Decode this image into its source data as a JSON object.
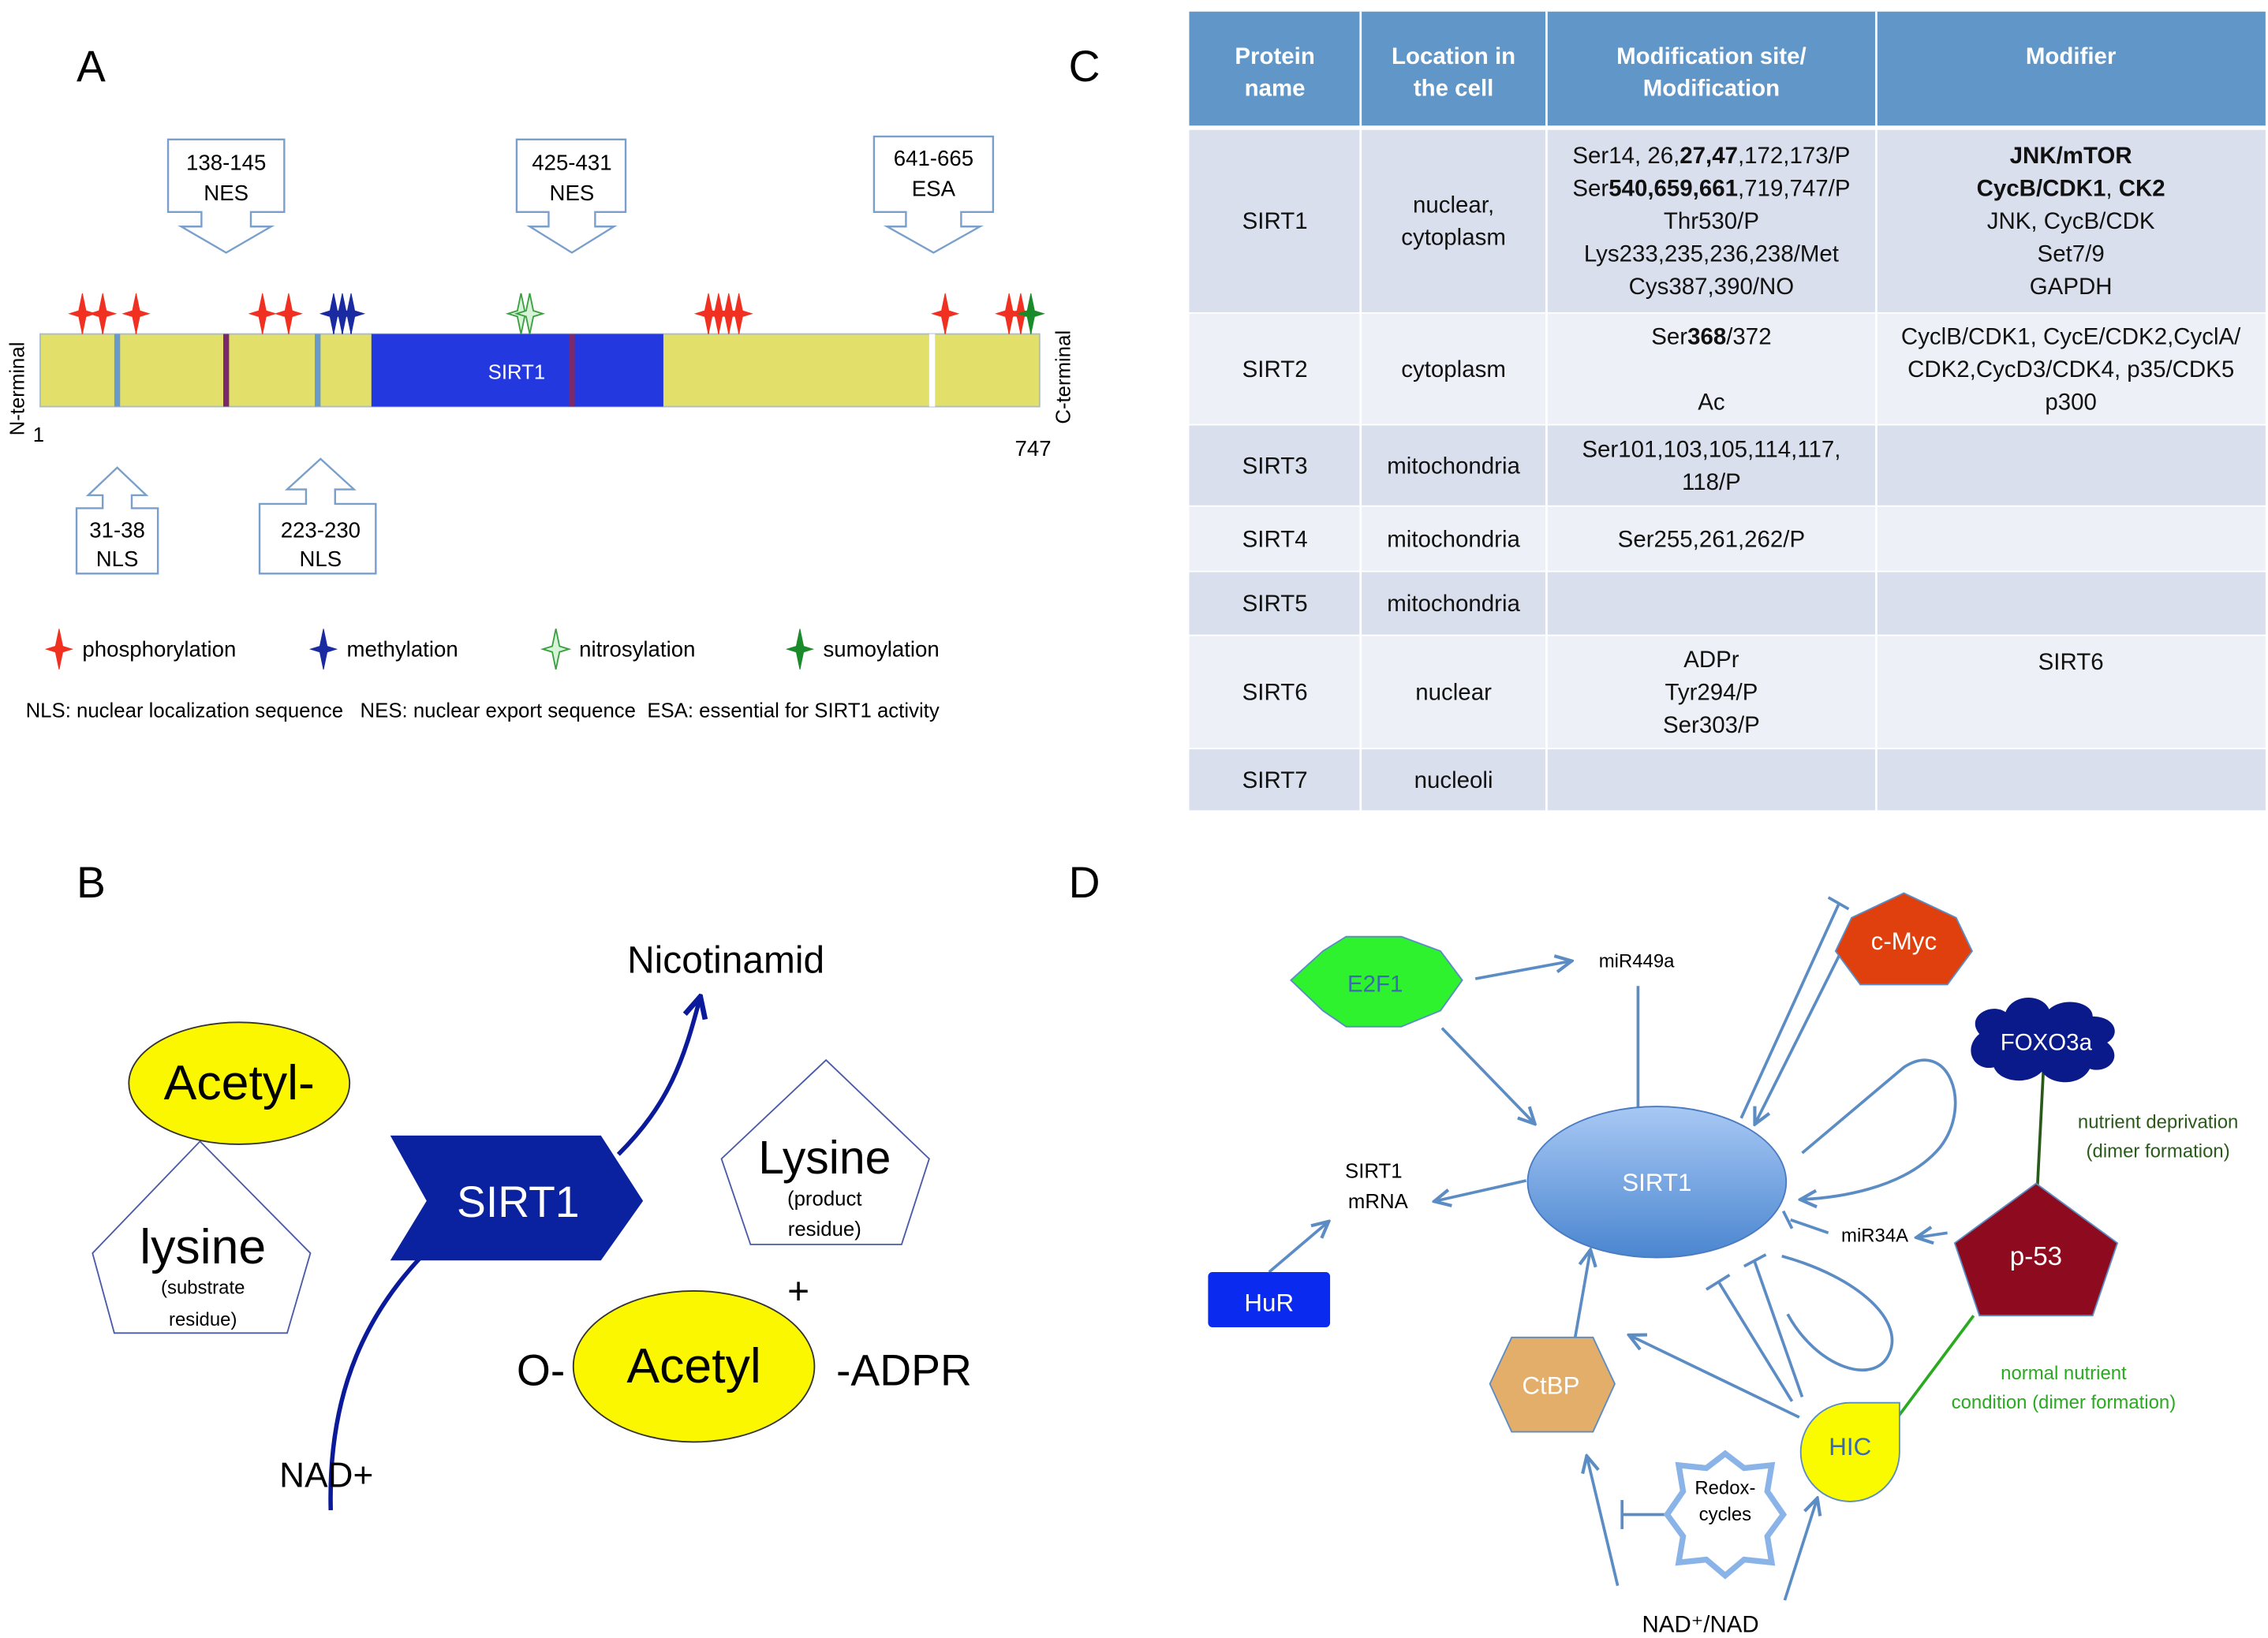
{
  "panels": {
    "A": {
      "label": "A",
      "protein": "SIRT1",
      "n_terminal": "N-terminal",
      "c_terminal": "C-terminal",
      "start": "1",
      "end": "747",
      "callouts_top": [
        {
          "range": "138-145",
          "type": "NES"
        },
        {
          "range": "425-431",
          "type": "NES"
        },
        {
          "range": "641-665",
          "type": "ESA"
        }
      ],
      "callouts_bottom": [
        {
          "range": "31-38",
          "type": "NLS"
        },
        {
          "range": "223-230",
          "type": "NLS"
        }
      ],
      "legend": [
        {
          "label": "phosphorylation",
          "color": "#f03020"
        },
        {
          "label": "methylation",
          "color": "#1a2aa0"
        },
        {
          "label": "nitrosylation",
          "color": "#3aa040"
        },
        {
          "label": "sumoylation",
          "color": "#1a8a2a"
        }
      ],
      "footnote": "NLS: nuclear localization sequence   NES: nuclear export sequence  ESA: essential for SIRT1 activity",
      "colors": {
        "domain": "#2438e0",
        "bar": "#e2e06a"
      }
    },
    "B": {
      "label": "B",
      "acetyl_substrate": "Acetyl-",
      "lysine_substrate": "lysine",
      "lysine_substrate_sub1": "(substrate",
      "lysine_substrate_sub2": "residue)",
      "enzyme": "SIRT1",
      "nicotinamid": "Nicotinamid",
      "nad": "NAD+",
      "lysine_product": "Lysine",
      "lysine_product_sub1": "(product",
      "lysine_product_sub2": "residue)",
      "plus": "+",
      "o_prefix": "O-",
      "acetyl_product": "Acetyl",
      "adpr_suffix": "-ADPR"
    },
    "C": {
      "label": "C",
      "headers": [
        [
          "Protein",
          "name"
        ],
        [
          "Location in",
          "the cell"
        ],
        [
          "Modification site/",
          "Modification"
        ],
        [
          "Modifier"
        ]
      ],
      "rows": [
        {
          "protein": "SIRT1",
          "location": [
            "nuclear,",
            "cytoplasm"
          ],
          "sites": [
            "Ser14, 26,27,47,172,173/P",
            "Ser540,659,661,719,747/P",
            "Thr530/P",
            "Lys233,235,236,238/Met",
            "Cys387,390/NO"
          ],
          "modifiers": [
            "JNK/mTOR",
            "CycB/CDK1, CK2",
            "JNK, CycB/CDK",
            "Set7/9",
            "GAPDH"
          ]
        },
        {
          "protein": "SIRT2",
          "location": [
            "cytoplasm"
          ],
          "sites": [
            "Ser368/372",
            "",
            "Ac"
          ],
          "modifiers": [
            "CyclB/CDK1, CycE/CDK2,CyclA/",
            "CDK2,CycD3/CDK4, p35/CDK5",
            "p300"
          ]
        },
        {
          "protein": "SIRT3",
          "location": [
            "mitochondria"
          ],
          "sites": [
            "Ser101,103,105,114,117,",
            "118/P"
          ],
          "modifiers": []
        },
        {
          "protein": "SIRT4",
          "location": [
            "mitochondria"
          ],
          "sites": [
            "Ser255,261,262/P"
          ],
          "modifiers": []
        },
        {
          "protein": "SIRT5",
          "location": [
            "mitochondria"
          ],
          "sites": [],
          "modifiers": []
        },
        {
          "protein": "SIRT6",
          "location": [
            "nuclear"
          ],
          "sites": [
            "ADPr",
            "Tyr294/P",
            "Ser303/P"
          ],
          "modifiers": [
            "SIRT6"
          ]
        },
        {
          "protein": "SIRT7",
          "location": [
            "nucleoli"
          ],
          "sites": [],
          "modifiers": []
        }
      ]
    },
    "D": {
      "label": "D",
      "nodes": {
        "e2f1": "E2F1",
        "mir449a": "miR449a",
        "cmyc": "c-Myc",
        "foxo3a": "FOXO3a",
        "sirt1": "SIRT1",
        "sirt1_mrna_1": "SIRT1",
        "sirt1_mrna_2": "mRNA",
        "hur": "HuR",
        "mir34a": "miR34A",
        "p53": "p-53",
        "ctbp": "CtBP",
        "hic": "HIC",
        "redox_1": "Redox-",
        "redox_2": "cycles",
        "nad": "NAD⁺/NAD"
      },
      "notes": {
        "nutrient_deprivation_1": "nutrient deprivation",
        "nutrient_deprivation_2": "(dimer formation)",
        "normal_nutrient_1": "normal nutrient",
        "normal_nutrient_2": "condition (dimer formation)"
      }
    }
  }
}
